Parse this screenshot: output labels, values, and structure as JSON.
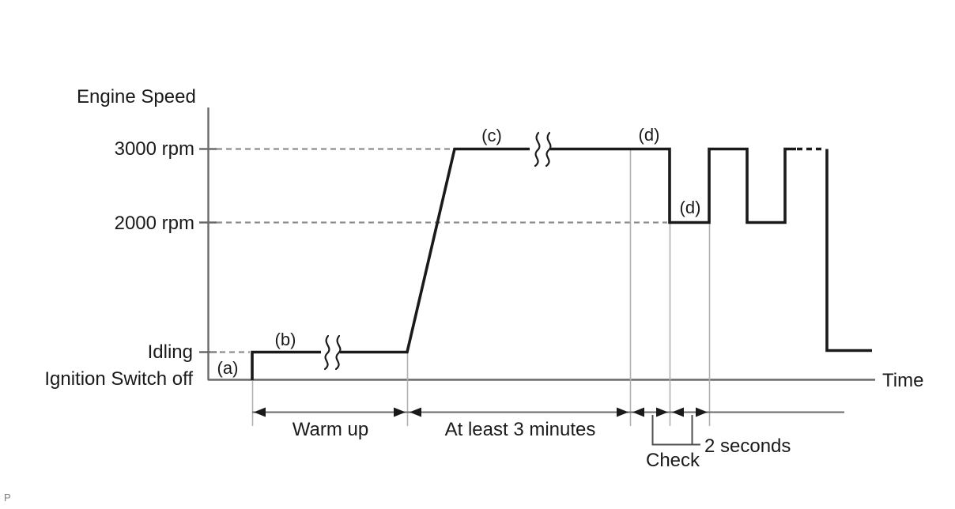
{
  "colors": {
    "background": "#ffffff",
    "waveform": "#1a1a1a",
    "axis": "#6a6a6a",
    "dashed_reference": "#8e8e8e",
    "guide": "#b0b0b0",
    "dimension": "#6a6a6a",
    "arrowhead": "#1a1a1a",
    "bracket": "#4f4f4f",
    "text": "#1a1a1a",
    "footnote": "#808080"
  },
  "y_axis": {
    "title": "Engine Speed",
    "ticks": [
      "3000 rpm",
      "2000 rpm",
      "Idling",
      "Ignition Switch off"
    ]
  },
  "x_axis": {
    "title": "Time"
  },
  "point_labels": {
    "a": "(a)",
    "b": "(b)",
    "c": "(c)",
    "d_top": "(d)",
    "d_mid": "(d)"
  },
  "annotations": {
    "warm_up": "Warm up",
    "three_minutes": "At least 3 minutes",
    "check": "Check",
    "two_seconds": "2 seconds"
  },
  "footnote": {
    "text": "P"
  },
  "chart_data": {
    "type": "line",
    "x_axis_label": "Time",
    "y_axis_label": "Engine Speed",
    "y_levels": [
      "Ignition Switch off",
      "Idling",
      "2000 rpm",
      "3000 rpm"
    ],
    "grid": false,
    "axis_break_marks": 2,
    "profile": [
      {
        "step": "(a)",
        "engine_speed": "Ignition Switch off"
      },
      {
        "step": "(b)",
        "engine_speed": "Idling",
        "interval": "Warm up"
      },
      {
        "step": "(c)",
        "engine_speed": "3000 rpm",
        "interval": "At least 3 minutes"
      },
      {
        "step": "(d)",
        "engine_speed": "3000 rpm",
        "interval": "2 seconds"
      },
      {
        "step": "(d)",
        "engine_speed": "2000 rpm",
        "interval": "2 seconds",
        "annotation": "Check"
      },
      {
        "engine_speed": "3000 rpm / 2000 rpm alternating pulses (continues, shown dashed), then drops back to Idling"
      }
    ]
  }
}
